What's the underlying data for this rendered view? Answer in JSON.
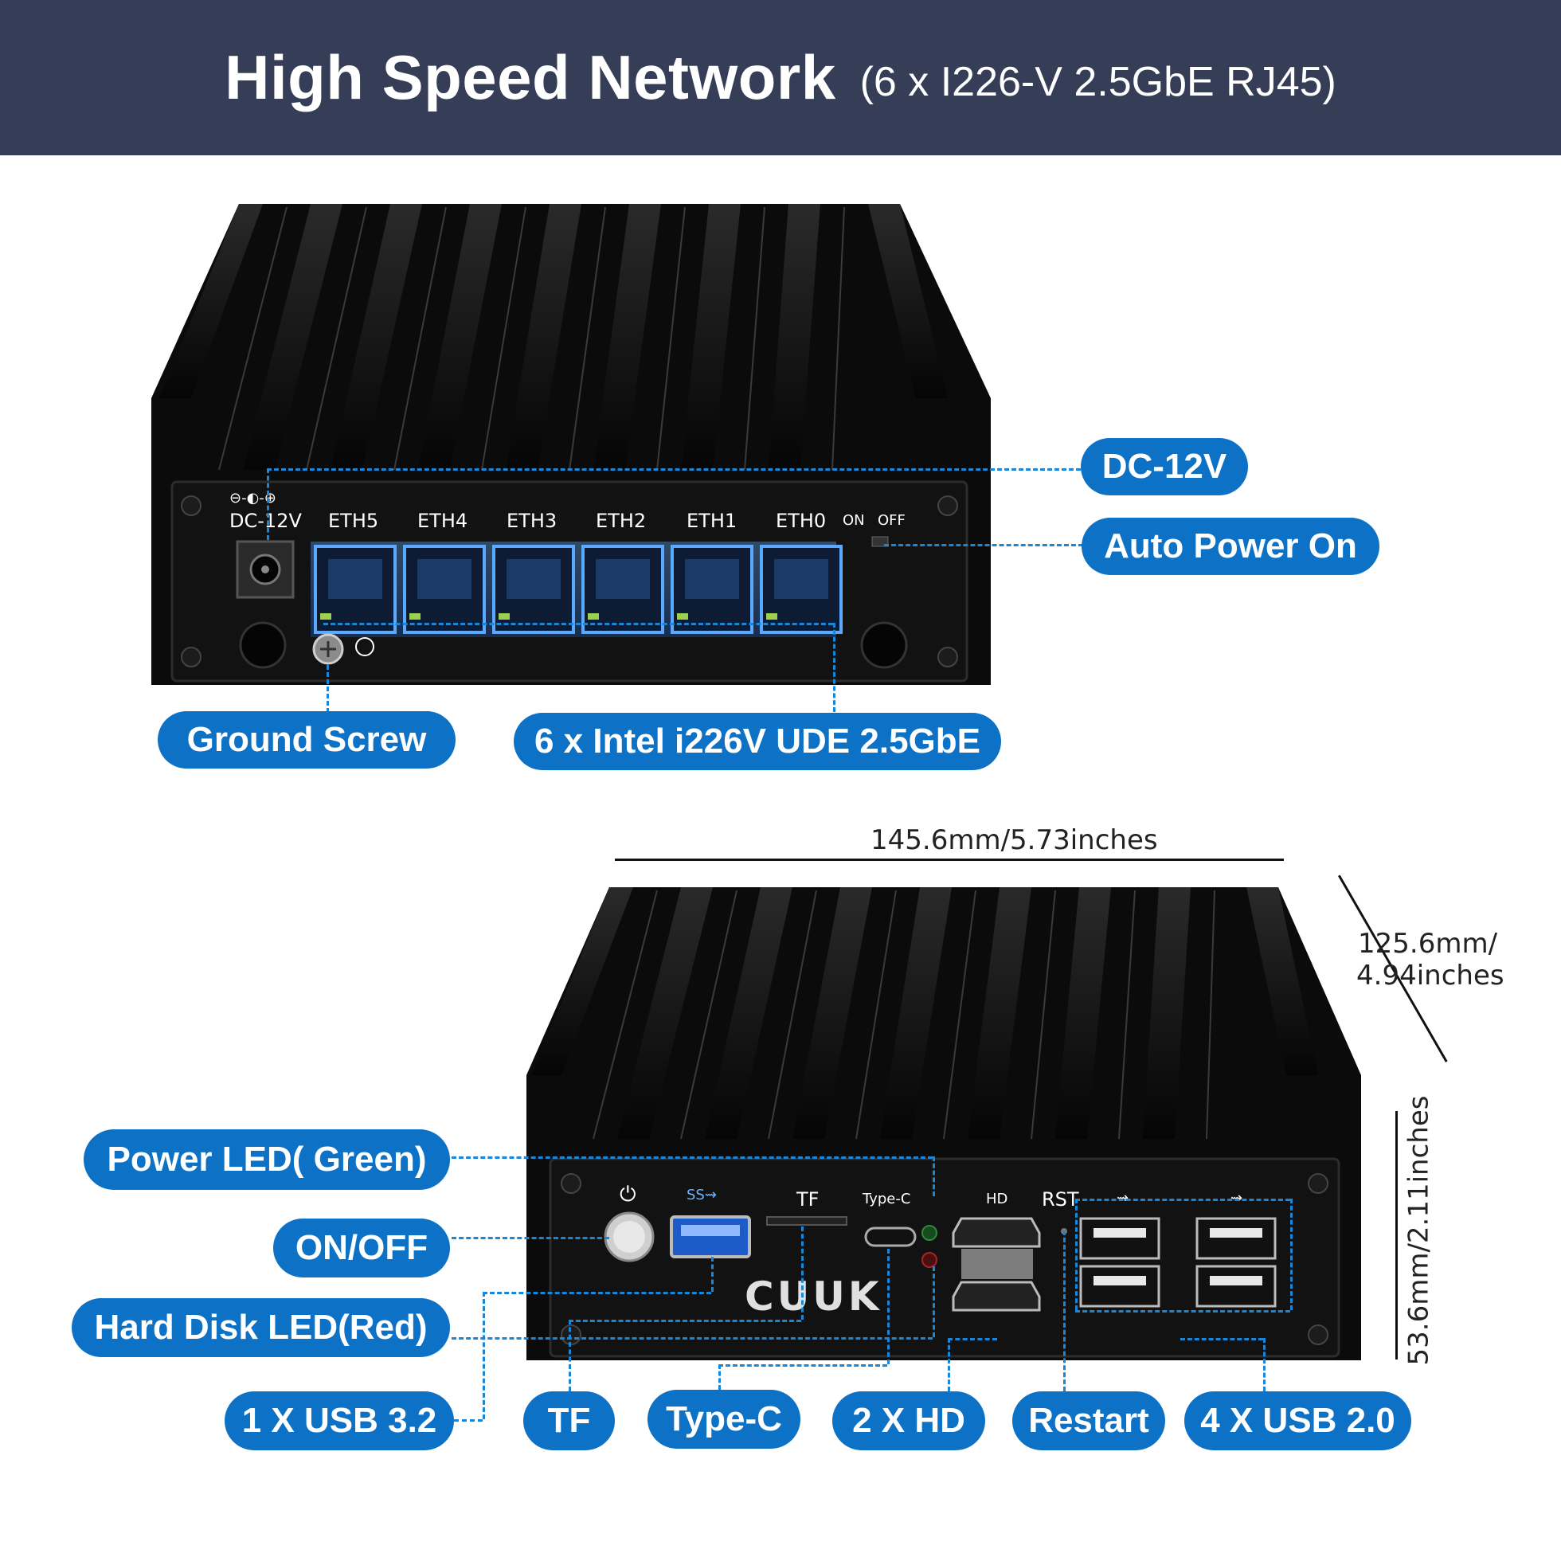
{
  "header": {
    "title": "High Speed Network",
    "subtitle": "(6 x I226-V 2.5GbE RJ45)"
  },
  "rear_panel": {
    "dc_label": "DC-12V",
    "ports": [
      "ETH5",
      "ETH4",
      "ETH3",
      "ETH2",
      "ETH1",
      "ETH0"
    ],
    "switch_on": "ON",
    "switch_off": "OFF"
  },
  "front_panel": {
    "brand": "CUUK",
    "tf": "TF",
    "typec": "Type-C",
    "rst": "RST"
  },
  "callouts": {
    "dc12v": "DC-12V",
    "auto_power_on": "Auto Power On",
    "ground_screw": "Ground Screw",
    "eth_ports": "6 x Intel i226V UDE 2.5GbE",
    "power_led": "Power LED( Green)",
    "on_off": "ON/OFF",
    "hdd_led": "Hard Disk LED(Red)",
    "usb32": "1 X USB 3.2",
    "tf": "TF",
    "typec": "Type-C",
    "hd": "2 X HD",
    "restart": "Restart",
    "usb20": "4 X USB 2.0"
  },
  "dimensions": {
    "width": "145.6mm/5.73inches",
    "depth_line1": "125.6mm/",
    "depth_line2": "4.94inches",
    "height": "53.6mm/2.11inches"
  },
  "colors": {
    "header_bg": "#353d57",
    "accent": "#0d72c6",
    "eth_glow": "#3b8cff"
  }
}
